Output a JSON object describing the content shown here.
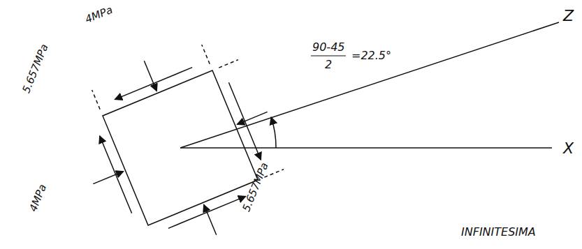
{
  "diagram": {
    "labels": [
      "4MPa",
      "5.657MPa",
      "4MPa",
      "5.657MPa",
      "Z",
      "X",
      "90-45",
      "2",
      "=22.5°",
      "INFINITESIMA"
    ]
  }
}
